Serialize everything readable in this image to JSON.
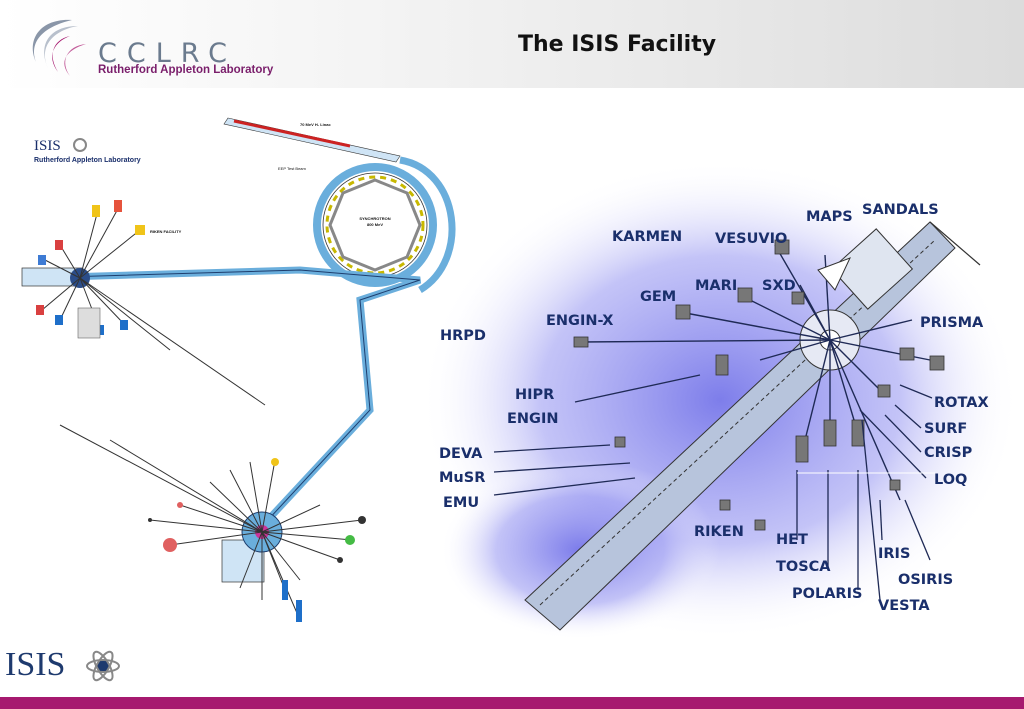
{
  "header": {
    "logo_text": "CCLRC",
    "logo_subtext": "Rutherford Appleton Laboratory",
    "title": "The ISIS Facility"
  },
  "left_diagram": {
    "brand": "ISIS",
    "brand_sub": "Rutherford Appleton Laboratory",
    "linac_label": "70 MeV H- Linac",
    "synchrotron_label": [
      "SYNCHROTRON",
      "800 MeV"
    ],
    "test_beam_label": "EEP Test Beam",
    "riken_label": "RIKEN FACILITY"
  },
  "right_diagram": {
    "labels": {
      "karmen": "KARMEN",
      "vesuvio": "VESUVIO",
      "maps": "MAPS",
      "sandals": "SANDALS",
      "gem": "GEM",
      "mari": "MARI",
      "sxd": "SXD",
      "engin_x": "ENGIN-X",
      "prisma": "PRISMA",
      "hrpd": "HRPD",
      "hipr": "HIPR",
      "engin": "ENGIN",
      "rotax": "ROTAX",
      "surf": "SURF",
      "crisp": "CRISP",
      "deva": "DEVA",
      "musr": "MuSR",
      "emu": "EMU",
      "loq": "LOQ",
      "riken": "RIKEN",
      "het": "HET",
      "tosca": "TOSCA",
      "polaris": "POLARIS",
      "iris": "IRIS",
      "osiris": "OSIRIS",
      "vesta": "VESTA"
    }
  },
  "footer": {
    "logo_text": "ISIS"
  },
  "colors": {
    "accent": "#a6196f",
    "label": "#1a2f6b",
    "beamline": "#6aaedc",
    "glow": "#7d7ef0"
  }
}
